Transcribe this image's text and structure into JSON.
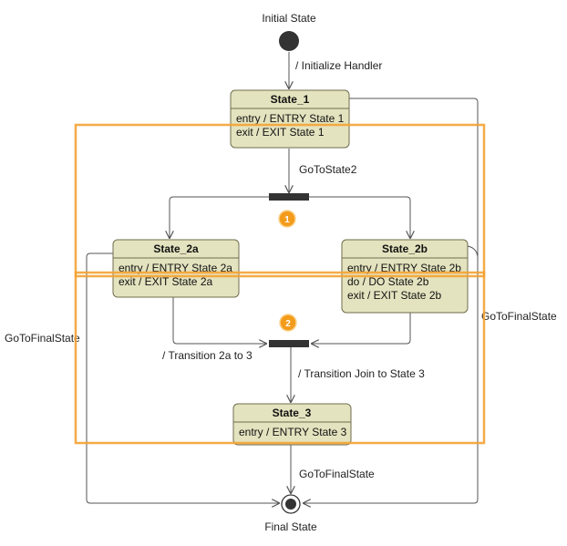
{
  "initial_label": "Initial State",
  "final_label": "Final State",
  "states": {
    "s1": {
      "title": "State_1",
      "lines": [
        "entry / ENTRY State 1",
        "exit / EXIT State 1"
      ]
    },
    "s2a": {
      "title": "State_2a",
      "lines": [
        "entry / ENTRY State 2a",
        "exit / EXIT State 2a"
      ]
    },
    "s2b": {
      "title": "State_2b",
      "lines": [
        "entry / ENTRY State 2b",
        "do / DO State 2b",
        "exit / EXIT State 2b"
      ]
    },
    "s3": {
      "title": "State_3",
      "lines": [
        "entry / ENTRY State 3"
      ]
    }
  },
  "transitions": {
    "initialize": "/ Initialize Handler",
    "goto_state2": "GoToState2",
    "transition_2a_to_3": "/ Transition 2a to 3",
    "transition_join_to_3": "/ Transition Join to State 3",
    "goto_final_left": "GoToFinalState",
    "goto_final_right": "GoToFinalState",
    "goto_final_bottom": "GoToFinalState"
  },
  "badges": {
    "b1": "1",
    "b2": "2"
  },
  "colors": {
    "state_fill": "#e4e3bf",
    "state_stroke": "#6f6e4e",
    "highlight": "#f4a232",
    "badge": "#f39c1c",
    "bar": "#333333"
  }
}
